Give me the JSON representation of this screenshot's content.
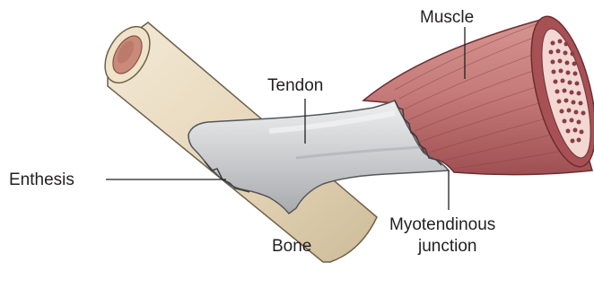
{
  "labels": {
    "muscle": "Muscle",
    "tendon": "Tendon",
    "enthesis": "Enthesis",
    "bone": "Bone",
    "myotendinous_line1": "Myotendinous",
    "myotendinous_line2": "junction"
  },
  "colors": {
    "bone_fill": "#e9dcc2",
    "bone_edge": "#7a6a54",
    "bone_marrow": "#c98a7a",
    "tendon_fill": "#c9cacc",
    "tendon_highlight": "#e4e5e6",
    "muscle_fill": "#c47a78",
    "muscle_dark": "#9f4f52",
    "muscle_end": "#f1d4cf",
    "leader_line": "#231f20"
  }
}
